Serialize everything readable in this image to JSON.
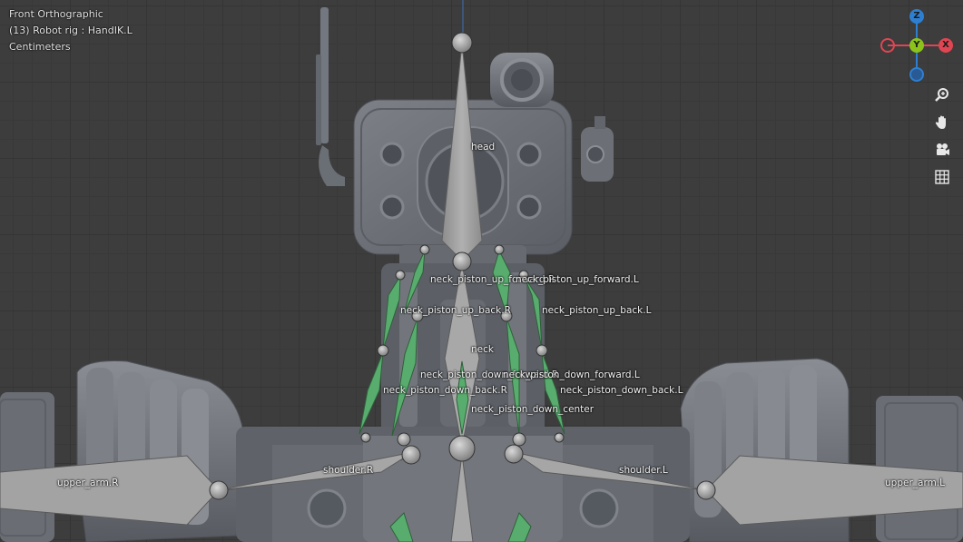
{
  "viewport": {
    "view_name": "Front Orthographic",
    "object_info": "(13) Robot rig : HandIK.L",
    "units": "Centimeters"
  },
  "navigation_gizmo": {
    "axes": [
      {
        "label": "Z",
        "color": "#2d7fd1"
      },
      {
        "label": "Y",
        "color": "#8bc31b"
      },
      {
        "label": "X",
        "color": "#e04552"
      }
    ]
  },
  "view_tools": [
    {
      "name": "zoom",
      "icon": "zoom-icon"
    },
    {
      "name": "pan",
      "icon": "hand-pan-icon"
    },
    {
      "name": "camera",
      "icon": "camera-icon"
    },
    {
      "name": "grid",
      "icon": "grid-icon"
    }
  ],
  "bones": {
    "head": "head",
    "neck_piston_up_forward_r": "neck_piston_up_forward.R",
    "neck_piston_up_forward_l": "neck_piston_up_forward.L",
    "neck_piston_up_back_r": "neck_piston_up_back.R",
    "neck_piston_up_back_l": "neck_piston_up_back.L",
    "neck": "neck",
    "neck_piston_down_forward_r": "neck_piston_down_forward.R",
    "neck_piston_down_forward_l": "neck_piston_down_forward.L",
    "neck_piston_down_back_r": "neck_piston_down_back.R",
    "neck_piston_down_back_l": "neck_piston_down_back.L",
    "neck_piston_down_center": "neck_piston_down_center",
    "shoulder_r": "shoulder.R",
    "shoulder_l": "shoulder.L",
    "upper_arm_r": "upper_arm.R",
    "upper_arm_l": "upper_arm.L"
  },
  "colors": {
    "bone": "#9a9a9a",
    "bone_selected_green": "#58ad6e",
    "mesh": "#6e7278"
  }
}
